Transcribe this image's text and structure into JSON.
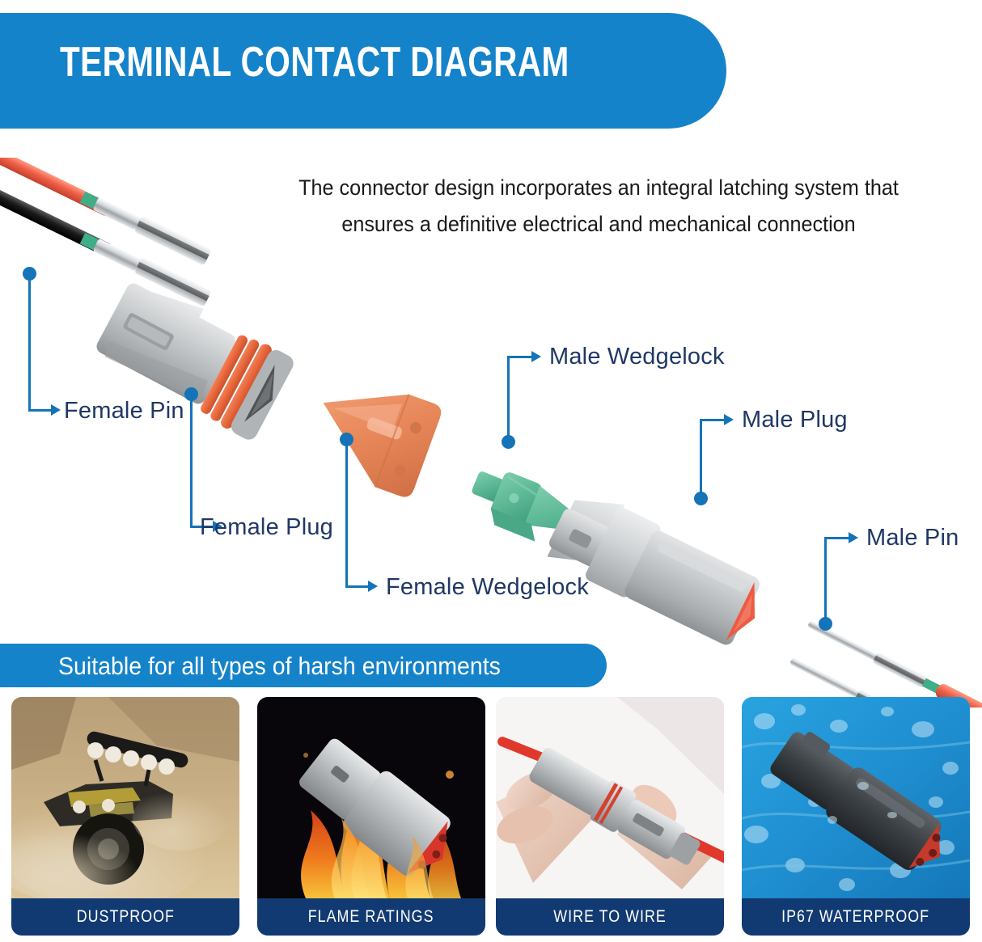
{
  "header": {
    "title": "TERMINAL CONTACT DIAGRAM",
    "background_color": "#1583ca",
    "text_color": "#ffffff"
  },
  "intro": {
    "line1": "The connector design incorporates an integral latching system that",
    "line2": "ensures a definitive electrical and mechanical connection"
  },
  "diagram": {
    "line_color": "#1573b8",
    "label_color": "#1f3864",
    "callouts": [
      {
        "id": "female-pin",
        "label": "Female Pin"
      },
      {
        "id": "female-plug",
        "label": "Female Plug"
      },
      {
        "id": "female-wedgelock",
        "label": "Female Wedgelock"
      },
      {
        "id": "male-wedgelock",
        "label": "Male  Wedgelock"
      },
      {
        "id": "male-plug",
        "label": "Male Plug"
      },
      {
        "id": "male-pin",
        "label": "Male Pin"
      }
    ],
    "parts": {
      "female_pin_wire_red": "#ef5f46",
      "female_pin_wire_black": "#1a1a1a",
      "female_plug_body": "#b9bcbe",
      "female_plug_seal": "#e8663a",
      "female_wedgelock": "#e8885a",
      "male_wedgelock": "#5bb795",
      "male_plug_body": "#c3c6c8",
      "male_plug_face": "#ec5a43",
      "male_pin_metal": "#cfd3d6"
    }
  },
  "subheader": {
    "title": "Suitable for all types of harsh environments",
    "background_color": "#1583ca",
    "text_color": "#ffffff"
  },
  "feature_cards": {
    "caption_background": "#123a72",
    "caption_color": "#ffffff",
    "items": [
      {
        "id": "dustproof",
        "caption": "DUSTPROOF"
      },
      {
        "id": "flame-ratings",
        "caption": "FLAME RATINGS"
      },
      {
        "id": "wire-to-wire",
        "caption": "WIRE TO WIRE"
      },
      {
        "id": "ip67-waterproof",
        "caption": "IP67 WATERPROOF"
      }
    ]
  }
}
